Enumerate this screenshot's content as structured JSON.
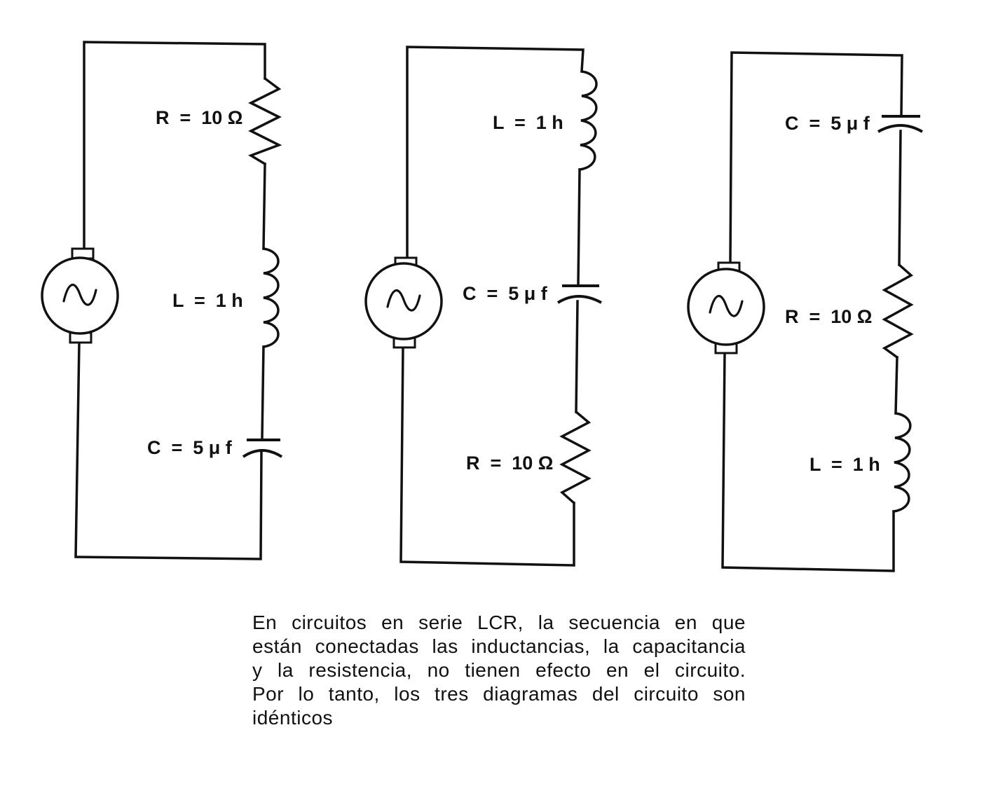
{
  "circuits": [
    {
      "generator_icon": "ac-source-icon",
      "components": [
        {
          "type": "resistor",
          "label": "R  =  10 Ω"
        },
        {
          "type": "inductor",
          "label": "L  =  1 h"
        },
        {
          "type": "capacitor",
          "label": "C  =  5 μ f"
        }
      ]
    },
    {
      "generator_icon": "ac-source-icon",
      "components": [
        {
          "type": "inductor",
          "label": "L  =  1 h"
        },
        {
          "type": "capacitor",
          "label": "C  =  5 μ f"
        },
        {
          "type": "resistor",
          "label": "R  =  10 Ω"
        }
      ]
    },
    {
      "generator_icon": "ac-source-icon",
      "components": [
        {
          "type": "capacitor",
          "label": "C  =  5 μ f"
        },
        {
          "type": "resistor",
          "label": "R  =  10 Ω"
        },
        {
          "type": "inductor",
          "label": "L  =  1 h"
        }
      ]
    }
  ],
  "caption": {
    "lines": [
      "En circuitos en serie LCR, la secuencia en que",
      "están conectadas las inductancias, la capacitancia",
      "y la resistencia, no tienen efecto en el circuito.",
      "Por lo tanto, los tres diagramas del circuito son",
      "idénticos"
    ]
  }
}
